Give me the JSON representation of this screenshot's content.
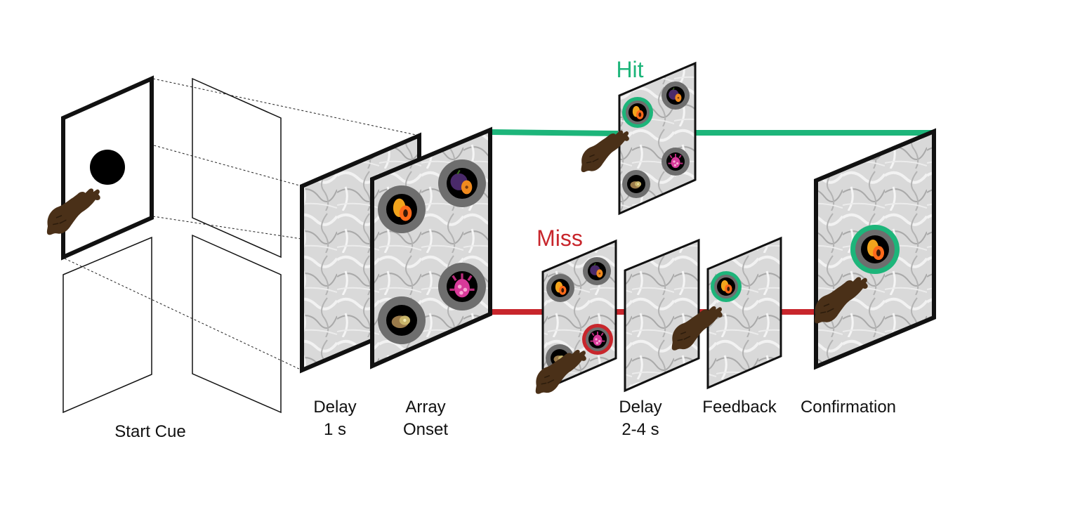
{
  "labels": {
    "start_cue": "Start Cue",
    "delay1_line1": "Delay",
    "delay1_line2": "1 s",
    "array_line1": "Array",
    "array_line2": "Onset",
    "delay2_line1": "Delay",
    "delay2_line2": "2-4 s",
    "feedback": "Feedback",
    "confirmation": "Confirmation"
  },
  "outcomes": {
    "hit": "Hit",
    "miss": "Miss"
  },
  "colors": {
    "hit": "#1db57a",
    "miss": "#c8262c",
    "hand": "#4a3018",
    "frame": "#111111",
    "ring": "#6e6e6e",
    "texture": "#cfcfcf"
  },
  "icons": {
    "papaya": "papaya-icon",
    "plum": "plum-icon",
    "dragonfruit": "dragonfruit-icon",
    "kiwi": "kiwi-icon",
    "hand": "monkey-hand-icon",
    "start_dot": "start-cue-dot"
  }
}
